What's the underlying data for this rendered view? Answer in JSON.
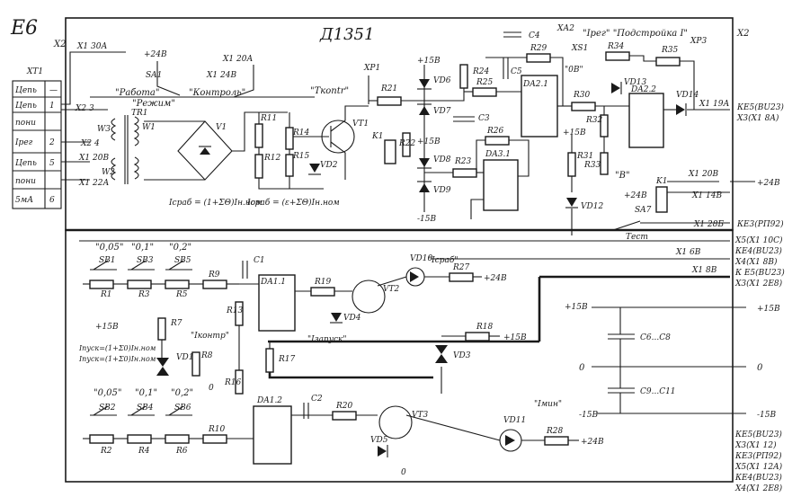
{
  "diagram": {
    "title_corner": "Е6",
    "title_main": "Д1351",
    "connectors": {
      "xt1": "XT1",
      "x2_left": "X2",
      "x2_right": "X2",
      "x1_30a": "X1 30А",
      "x1_20a": "X1 20А",
      "x1_24b": "X1 24В",
      "x2_3": "X2 3",
      "x2_4": "X2 4",
      "x1_20b": "X1 20В",
      "x1_22a": "X1 22А",
      "xa1": "ХР1",
      "xa2": "ХА2",
      "xa3": "ХР3",
      "x1_19a": "X1 19А",
      "x1_20b_r": "X1 20В",
      "x1_14b": "X1 14В",
      "x1_28b": "X1 28Б",
      "x1_6b": "X1 6В",
      "x1_8b": "X1 8В"
    },
    "terminal_block": {
      "rows": [
        {
          "label": "Цепь",
          "num": "—"
        },
        {
          "label": "Цепь",
          "num": "1"
        },
        {
          "label": "пони",
          "num": ""
        },
        {
          "label": "Iрег",
          "num": "2"
        },
        {
          "label": "Цепь",
          "num": "5"
        },
        {
          "label": "пони",
          "num": ""
        },
        {
          "label": "5мА",
          "num": "6"
        }
      ]
    },
    "modes": {
      "rabota": "\"Работа\"",
      "kontrol": "\"Контроль\"",
      "rezhim": "\"Режим\"",
      "tkontr": "\"Ткontr\"",
      "sa1": "SA1",
      "p24": "+24В",
      "test": "Тест",
      "sa7": "SA7"
    },
    "components": {
      "tr1": "TR1",
      "w1": "W1",
      "w2": "W2",
      "w3": "W3",
      "v1": "V1",
      "r11": "R11",
      "r12": "R12",
      "r14": "R14",
      "r15": "R15",
      "vt1": "VT1",
      "vd2": "VD2",
      "k1": "K1",
      "r21": "R21",
      "r22": "R22",
      "vd6": "VD6",
      "vd7": "VD7",
      "vd8": "VD8",
      "vd9": "VD9",
      "r23": "R23",
      "r24": "R24",
      "r25": "R25",
      "r26": "R26",
      "r29": "R29",
      "c3": "C3",
      "c4": "C4",
      "c5": "C5",
      "da21": "DA2.1",
      "da31": "DA3.1",
      "r30": "R30",
      "r31": "R31",
      "r32": "R32",
      "r33": "R33",
      "r34": "R34",
      "r35": "R35",
      "vd12": "VD12",
      "vd13": "VD13",
      "vd14": "VD14",
      "da22": "DA2.2",
      "k1r": "K1",
      "xs1": "XS1",
      "sb1": "SB1",
      "sb2": "SB2",
      "sb3": "SB3",
      "sb4": "SB4",
      "sb5": "SB5",
      "sb6": "SB6",
      "r1": "R1",
      "r2": "R2",
      "r3": "R3",
      "r4": "R4",
      "r5": "R5",
      "r6": "R6",
      "r7": "R7",
      "r8": "R8",
      "r9": "R9",
      "r10": "R10",
      "r13": "R13",
      "r16": "R16",
      "r17": "R17",
      "r18": "R18",
      "r19": "R19",
      "r20": "R20",
      "r27": "R27",
      "r28": "R28",
      "c1": "C1",
      "c2": "C2",
      "da11": "DA1.1",
      "da12": "DA1.2",
      "vt2": "VT2",
      "vt3": "VT3",
      "vd1": "VD1",
      "vd3": "VD3",
      "vd4": "VD4",
      "vd5": "VD5",
      "vd10": "VD10",
      "vd11": "VD11",
      "c6c8": "C6...C8",
      "c9c11": "C9...C11"
    },
    "annotations": {
      "formula1": "Iсраб = (1+ΣΘ)Iн.ном",
      "formula2": "Iсраб = (ε+ΣΘ)Iн.ном",
      "podstroika": "\"Iрег\" \"Подстройка I\"",
      "zero_v": "\"0В\"",
      "b_label": "\"В\"",
      "p24_r": "+24В",
      "v24b_1": "+24В",
      "v24b_2": "+24В",
      "v24b_3": "+24В",
      "v15": "+15В",
      "m15": "-15В",
      "p15a": "+15В",
      "p15b": "+15В",
      "p15c": "+15В",
      "m15a": "-15В",
      "m15b": "-15В",
      "zero": "0",
      "zero_out": "0",
      "p15_out": "+15В",
      "m15_out": "-15В",
      "plus24_out": "+24В",
      "k1_contact": "К1",
      "zapusk": "\"Iзапуск\"",
      "isrb": "\"Iсраб\"",
      "icontr": "\"Iконтр\"",
      "imin": "\"Iмин\"",
      "irm1": "Iпуск=(1+Σ0)Iн.ном",
      "irm2": "Iпуск=(1+Σ0)Iн.ном",
      "sb_v1": "\"0,05\"",
      "sb_v2": "\"0,1\"",
      "sb_v3": "\"0,2\"",
      "sb_v4": "\"0,05\"",
      "sb_v5": "\"0,1\"",
      "sb_v6": "\"0,2\""
    },
    "right_refs": [
      "КЕ5(BU23)",
      "X3(X1 8A)",
      "КЕ3(РП92)",
      "X5(X1 10C)",
      "КЕ4(BU23)",
      "X4(X1 8B)",
      "К Е5(BU23)",
      "X3(X1 2E8)",
      "КЕ5(BU23)",
      "X3(X1 12)",
      "КЕ3(РП92)",
      "X5(X1 12A)",
      "КЕ4(BU23)",
      "X4(X1 2E8)"
    ]
  }
}
